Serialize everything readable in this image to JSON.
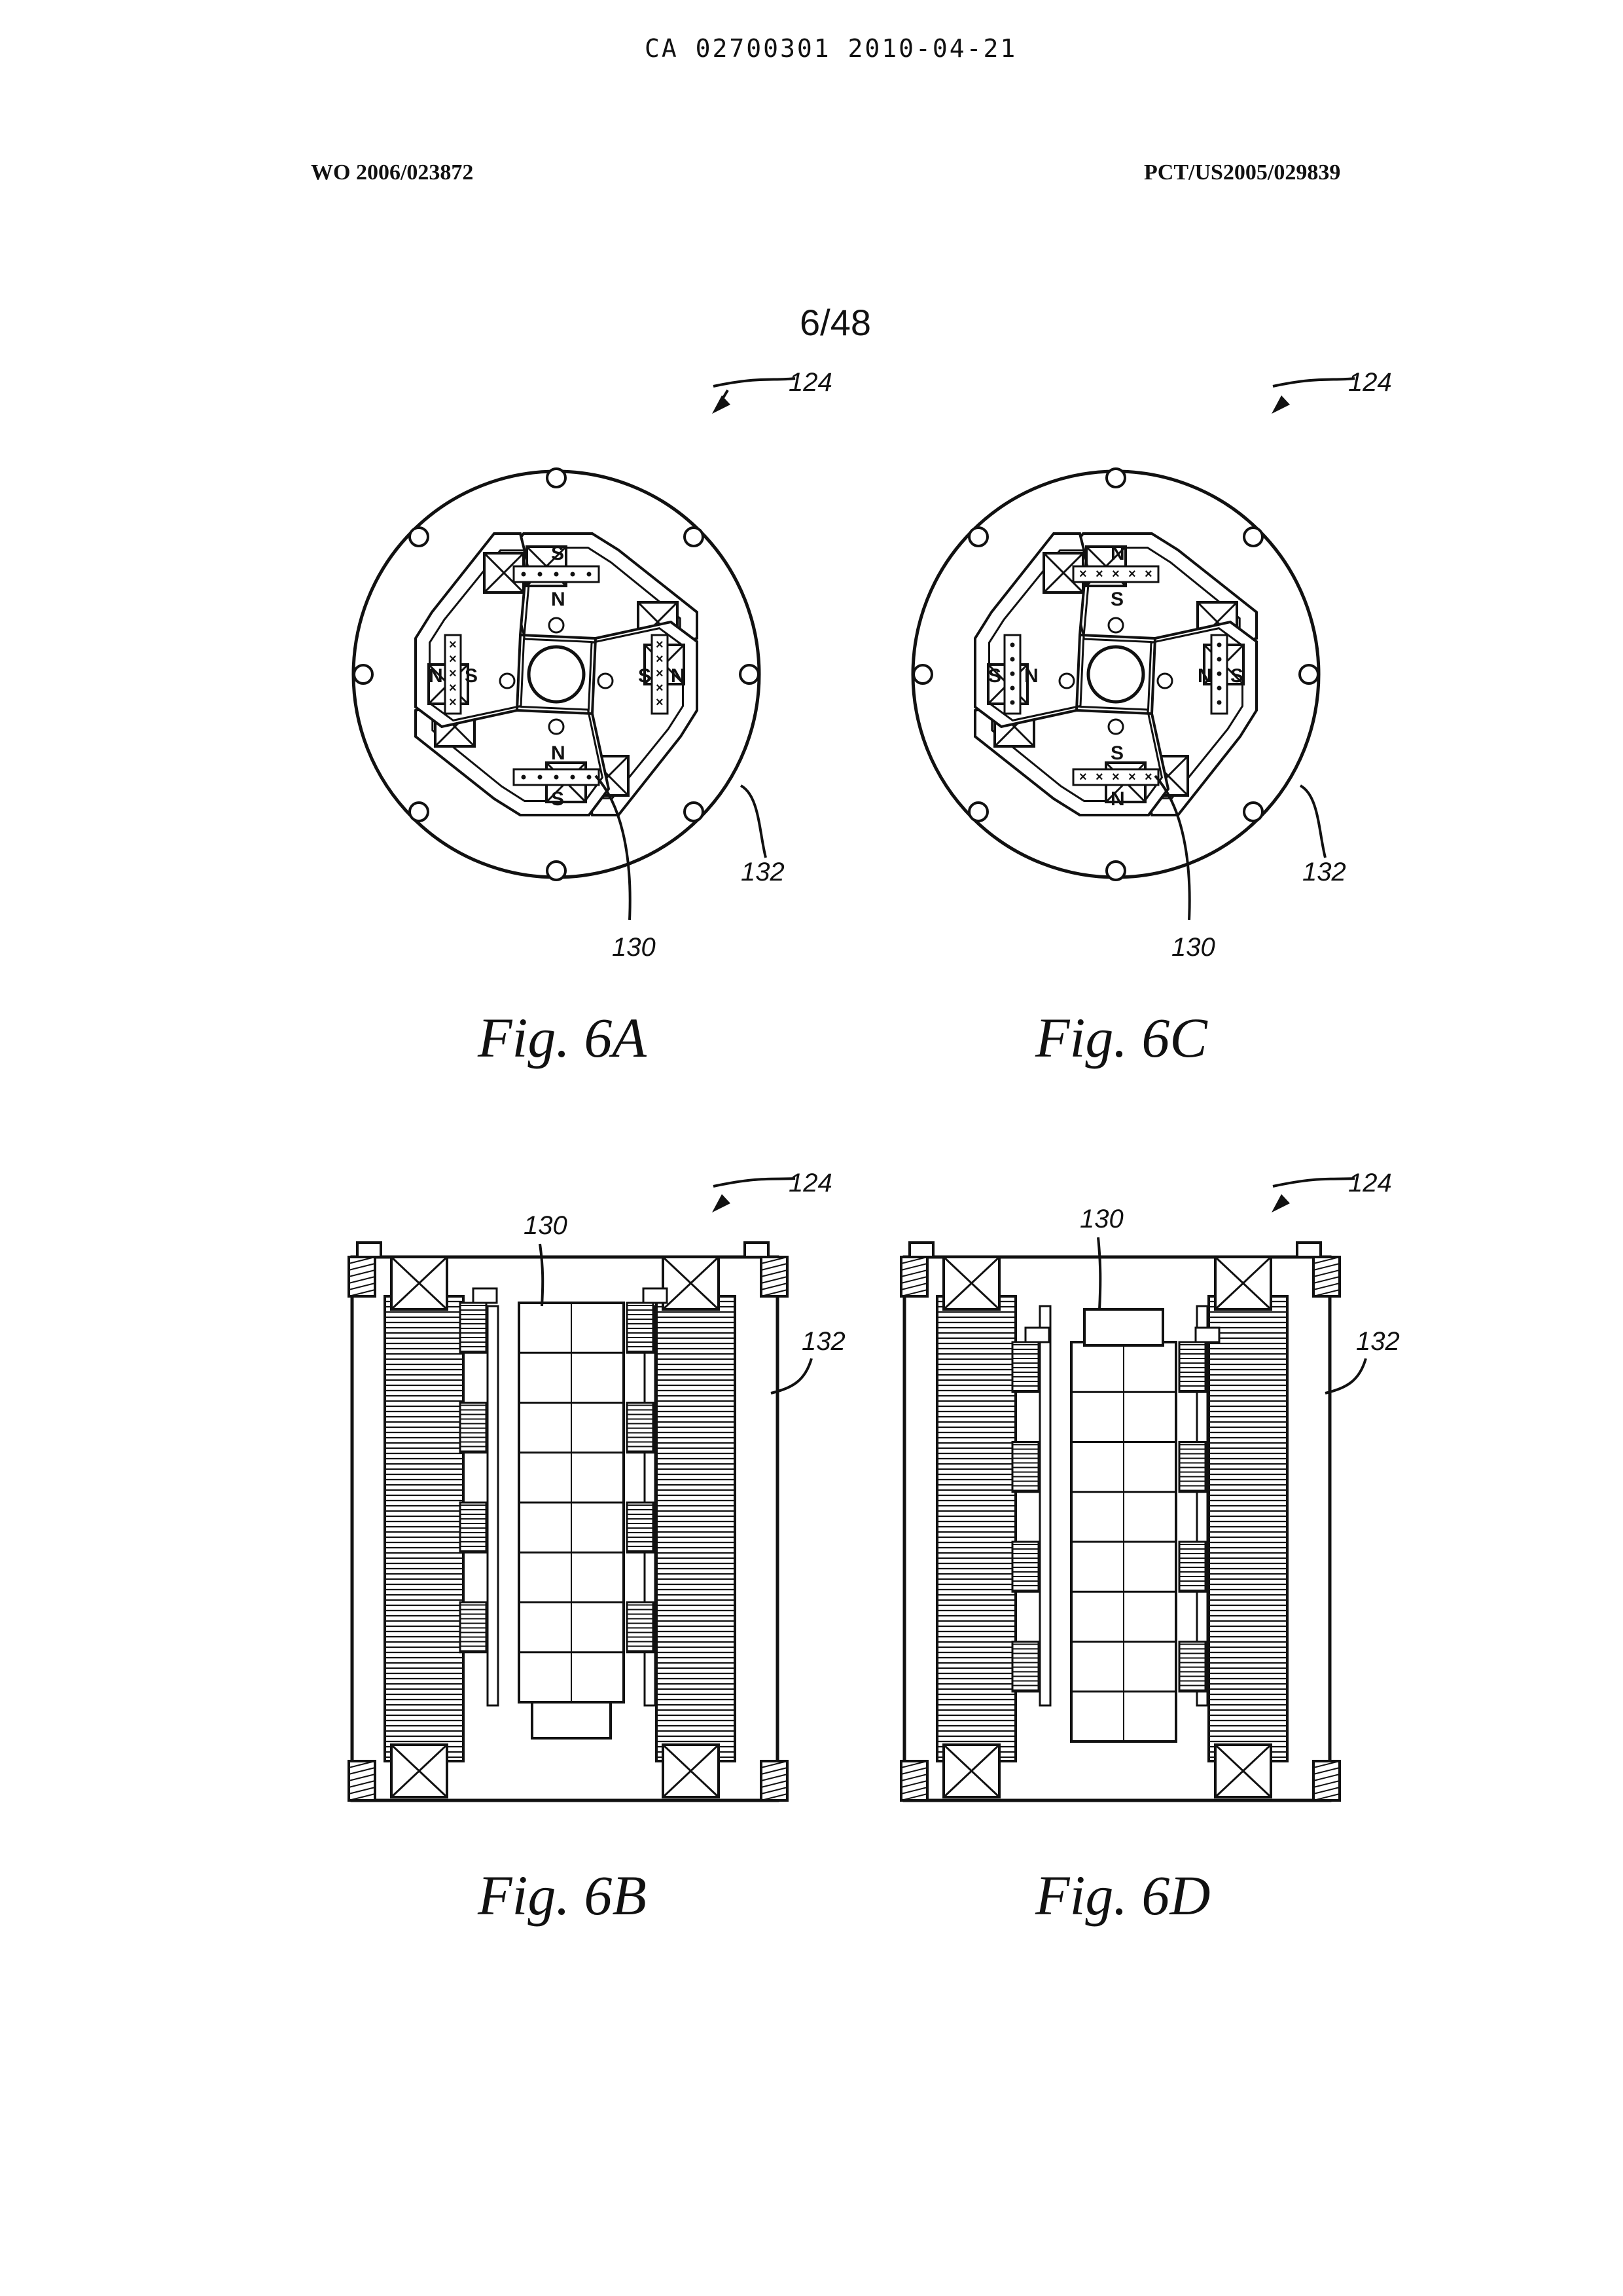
{
  "header": {
    "document_id": "CA 02700301 2010-04-21",
    "publication_number": "WO 2006/023872",
    "application_number": "PCT/US2005/029839"
  },
  "sheet": {
    "number": "6/48"
  },
  "figures": [
    {
      "id": "6A",
      "caption": "Fig. 6A",
      "view": "end",
      "refs": {
        "assembly": "124",
        "magnet": "130",
        "housing": "132"
      },
      "poles": {
        "top": [
          "S",
          "N"
        ],
        "bottom": [
          "N",
          "S"
        ],
        "left": [
          "N",
          "S"
        ],
        "right": [
          "S",
          "N"
        ]
      }
    },
    {
      "id": "6C",
      "caption": "Fig. 6C",
      "view": "end",
      "refs": {
        "assembly": "124",
        "magnet": "130",
        "housing": "132"
      },
      "poles": {
        "top": [
          "N",
          "S"
        ],
        "bottom": [
          "S",
          "N"
        ],
        "left": [
          "S",
          "N"
        ],
        "right": [
          "N",
          "S"
        ]
      }
    },
    {
      "id": "6B",
      "caption": "Fig. 6B",
      "view": "side",
      "refs": {
        "assembly": "124",
        "magnet": "130",
        "housing": "132"
      }
    },
    {
      "id": "6D",
      "caption": "Fig. 6D",
      "view": "side",
      "refs": {
        "assembly": "124",
        "magnet": "130",
        "housing": "132"
      }
    }
  ]
}
